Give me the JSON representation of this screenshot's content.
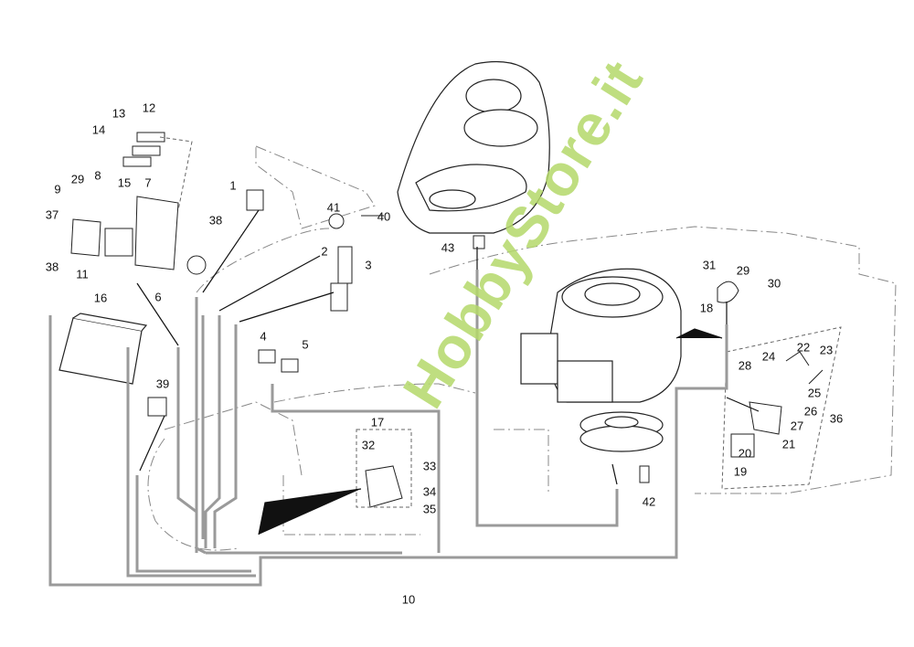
{
  "diagram": {
    "title": "Wiring harness exploded parts diagram",
    "watermark": "HobbyStore.it",
    "callouts": [
      "1",
      "2",
      "3",
      "4",
      "5",
      "6",
      "7",
      "8",
      "9",
      "10",
      "11",
      "12",
      "13",
      "14",
      "15",
      "16",
      "17",
      "18",
      "19",
      "20",
      "21",
      "22",
      "23",
      "24",
      "25",
      "26",
      "27",
      "28",
      "29",
      "29",
      "30",
      "31",
      "32",
      "33",
      "34",
      "35",
      "36",
      "37",
      "38",
      "38",
      "39",
      "40",
      "41",
      "42",
      "43"
    ],
    "colors": {
      "line": "#222222",
      "harness": "#9a9a9a",
      "watermark": "#b5d96a",
      "dashed": "#888888"
    }
  }
}
